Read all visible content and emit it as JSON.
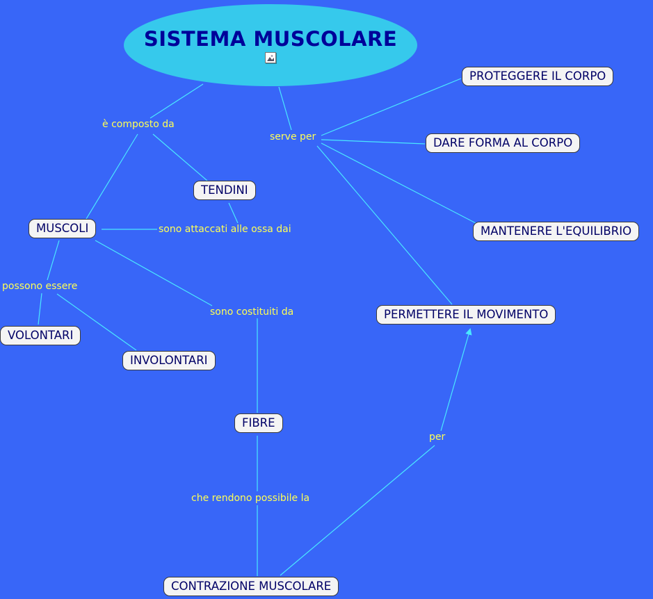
{
  "colors": {
    "background": "#3866f8",
    "line": "#4ae8ff",
    "ellipse_fill": "#36c9ec",
    "title_text": "#000099",
    "node_bg": "#f4f4f4",
    "node_text": "#000066",
    "label_text": "#ffff55"
  },
  "main_concept": {
    "label": "SISTEMA MUSCOLARE",
    "icon": "image-resource-icon"
  },
  "nodes": {
    "proteggere_il_corpo": {
      "label": "PROTEGGERE IL CORPO"
    },
    "dare_forma_al_corpo": {
      "label": "DARE FORMA AL CORPO"
    },
    "tendini": {
      "label": "TENDINI"
    },
    "muscoli": {
      "label": "MUSCOLI"
    },
    "mantenere_equilibrio": {
      "label": "MANTENERE L'EQUILIBRIO"
    },
    "permettere_il_movimento": {
      "label": "PERMETTERE IL MOVIMENTO"
    },
    "volontari": {
      "label": "VOLONTARI"
    },
    "involontari": {
      "label": "INVOLONTARI"
    },
    "fibre": {
      "label": "FIBRE"
    },
    "contrazione_muscolare": {
      "label": "CONTRAZIONE MUSCOLARE"
    }
  },
  "edge_labels": {
    "e_composto_da": "è composto da",
    "serve_per": "serve per",
    "sono_attaccati": "sono attaccati alle ossa dai",
    "possono_essere": "possono essere",
    "sono_costituiti_da": "sono costituiti da",
    "per": "per",
    "che_rendono": "che rendono possibile la"
  },
  "edges": [
    {
      "from": "SISTEMA MUSCOLARE",
      "label": "è composto da",
      "to": "MUSCOLI"
    },
    {
      "from": "SISTEMA MUSCOLARE",
      "label": "è composto da",
      "to": "TENDINI"
    },
    {
      "from": "SISTEMA MUSCOLARE",
      "label": "serve per",
      "to": "PROTEGGERE IL CORPO"
    },
    {
      "from": "SISTEMA MUSCOLARE",
      "label": "serve per",
      "to": "DARE FORMA AL CORPO"
    },
    {
      "from": "SISTEMA MUSCOLARE",
      "label": "serve per",
      "to": "MANTENERE L'EQUILIBRIO"
    },
    {
      "from": "SISTEMA MUSCOLARE",
      "label": "serve per",
      "to": "PERMETTERE IL MOVIMENTO"
    },
    {
      "from": "MUSCOLI",
      "label": "sono attaccati alle ossa dai",
      "to": "TENDINI"
    },
    {
      "from": "MUSCOLI",
      "label": "possono essere",
      "to": "VOLONTARI"
    },
    {
      "from": "MUSCOLI",
      "label": "possono essere",
      "to": "INVOLONTARI"
    },
    {
      "from": "MUSCOLI",
      "label": "sono costituiti da",
      "to": "FIBRE"
    },
    {
      "from": "FIBRE",
      "label": "che rendono possibile la",
      "to": "CONTRAZIONE MUSCOLARE"
    },
    {
      "from": "CONTRAZIONE MUSCOLARE",
      "label": "per",
      "to": "PERMETTERE IL MOVIMENTO"
    }
  ]
}
